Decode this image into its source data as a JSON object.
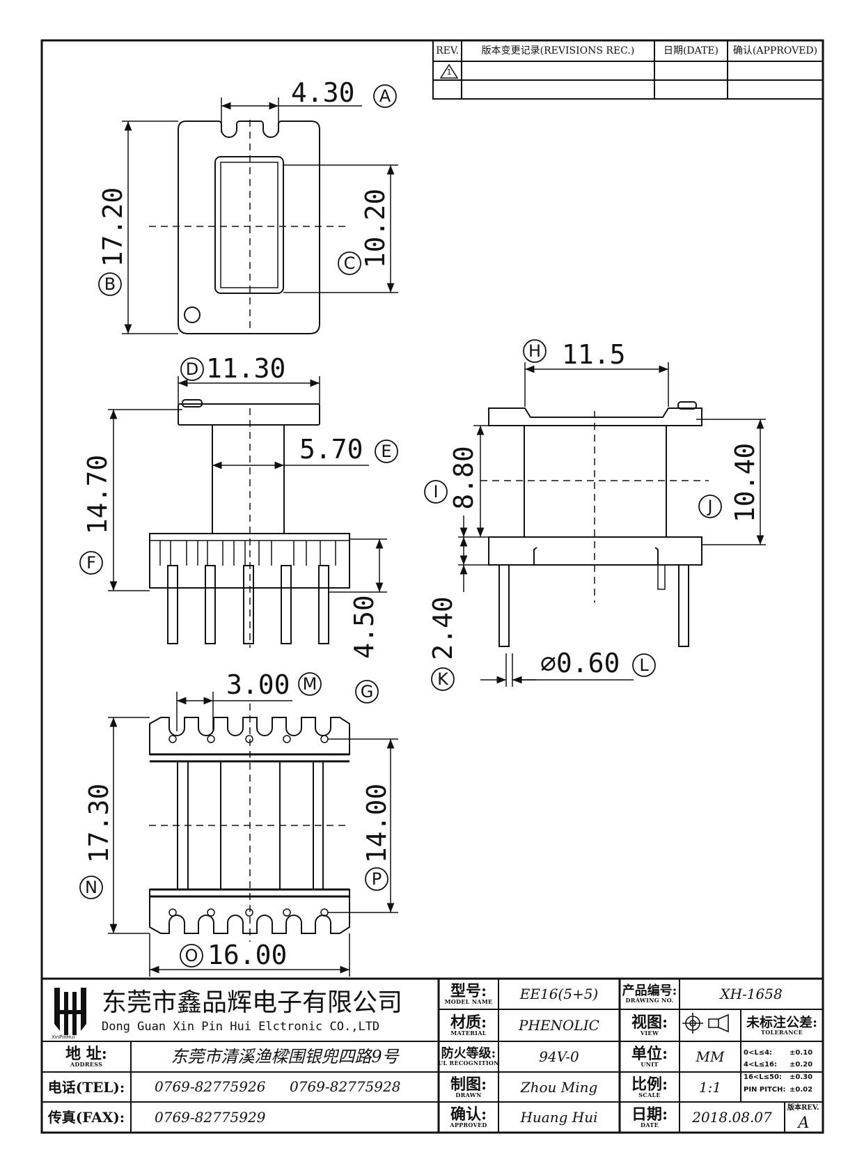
{
  "revision_block": {
    "rev_header": "REV.",
    "rev_desc_header": "版本变更记录(REVISIONS REC.)",
    "date_header": "日期(DATE)",
    "approved_header": "确认(APPROVED)",
    "rev_mark": "1"
  },
  "dimensions": {
    "A": {
      "letter": "A",
      "value": "4.30"
    },
    "B": {
      "letter": "B",
      "value": "17.20"
    },
    "C": {
      "letter": "C",
      "value": "10.20"
    },
    "D": {
      "letter": "D",
      "value": "11.30"
    },
    "E": {
      "letter": "E",
      "value": "5.70"
    },
    "F": {
      "letter": "F",
      "value": "14.70"
    },
    "G": {
      "letter": "G",
      "value": "4.50"
    },
    "H": {
      "letter": "H",
      "value": "11.5"
    },
    "I": {
      "letter": "I",
      "value": "8.80"
    },
    "J": {
      "letter": "J",
      "value": "10.40"
    },
    "K": {
      "letter": "K",
      "value": "2.40"
    },
    "L": {
      "letter": "L",
      "value": "⌀0.60"
    },
    "M": {
      "letter": "M",
      "value": "3.00"
    },
    "N": {
      "letter": "N",
      "value": "17.30"
    },
    "O": {
      "letter": "O",
      "value": "16.00"
    },
    "P": {
      "letter": "P",
      "value": "14.00"
    }
  },
  "title_block": {
    "company_cn": "东莞市鑫品辉电子有限公司",
    "company_en": "Dong Guan Xin Pin Hui Elctronic CO.,LTD",
    "logo_text": "XinPinHui",
    "address_label": "地 址:",
    "address_label_en": "ADDRESS",
    "address": "东莞市清溪渔樑围银兜四路9号",
    "tel_label": "电话(TEL):",
    "tel_1": "0769-82775926",
    "tel_2": "0769-82775928",
    "fax_label": "传真(FAX):",
    "fax": "0769-82775929",
    "model_label": "型号:",
    "model_label_en": "MODEL NAME",
    "model": "EE16(5+5)",
    "material_label": "材质:",
    "material_label_en": "MATERIAL",
    "material": "PHENOLIC",
    "ul_label": "防火等级:",
    "ul_label_en": "UL RECOGNITION",
    "ul": "94V-0",
    "drawn_label": "制图:",
    "drawn_label_en": "DRAWN",
    "drawn": "Zhou Ming",
    "approved_label": "确认:",
    "approved_label_en": "APPROVED",
    "approved": "Huang Hui",
    "drawing_no_label": "产品编号:",
    "drawing_no_label_en": "DRAWING NO.",
    "drawing_no": "XH-1658",
    "view_label": "视图:",
    "view_label_en": "VIEW",
    "unit_label": "单位:",
    "unit_label_en": "UNIT",
    "unit": "MM",
    "scale_label": "比例:",
    "scale_label_en": "SCALE",
    "scale": "1:1",
    "date_label": "日期:",
    "date_label_en": "DATE",
    "date": "2018.08.07",
    "tolerance_label": "未标注公差:",
    "tolerance_label_en": "TOLERANCE",
    "tolerance_rows": [
      {
        "range": "0<L≤4:",
        "value": "±0.10"
      },
      {
        "range": "4<L≤16:",
        "value": "±0.20"
      },
      {
        "range": "16<L≤50:",
        "value": "±0.30"
      },
      {
        "range": "PIN PITCH:",
        "value": "±0.02"
      }
    ],
    "rev_label": "版本REV.",
    "rev": "A"
  }
}
